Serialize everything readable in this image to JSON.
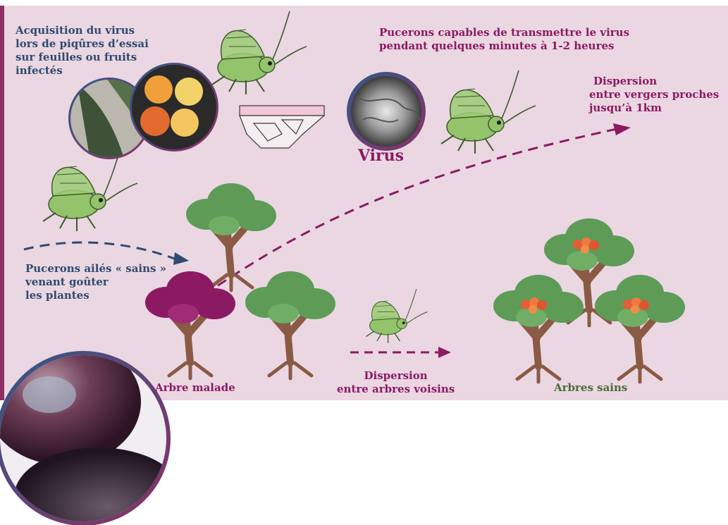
{
  "colors": {
    "panel": "#ead7e2",
    "blue_text": "#2f4a6e",
    "magenta_text": "#8c1a62",
    "tree_green": "#5d9b57",
    "tree_sick": "#8c1a62",
    "trunk": "#8a5a44",
    "aphid_green": "#93c36a"
  },
  "labels": {
    "acquisition": [
      "Acquisition du virus",
      "lors de piqûres d’essai",
      "sur feuilles ou fruits",
      "infectés"
    ],
    "transmission": [
      "Pucerons capables de transmettre le virus",
      "pendant quelques minutes à 1-2 heures"
    ],
    "dispersion_far": [
      "Dispersion",
      "entre vergers proches",
      "jusqu’à 1km"
    ],
    "virus": "Virus",
    "healthy_aphids": [
      "Pucerons ailés « sains »",
      "venant goûter",
      "les plantes"
    ],
    "sick_tree": "Arbre malade",
    "dispersion_near": [
      "Dispersion",
      "entre arbres voisins"
    ],
    "healthy_trees": "Arbres sains"
  },
  "icons": [
    "aphid-icon",
    "tree-icon",
    "fruit-photo",
    "virus-micrograph",
    "plum-photo",
    "leaf-tissue-drawing"
  ]
}
